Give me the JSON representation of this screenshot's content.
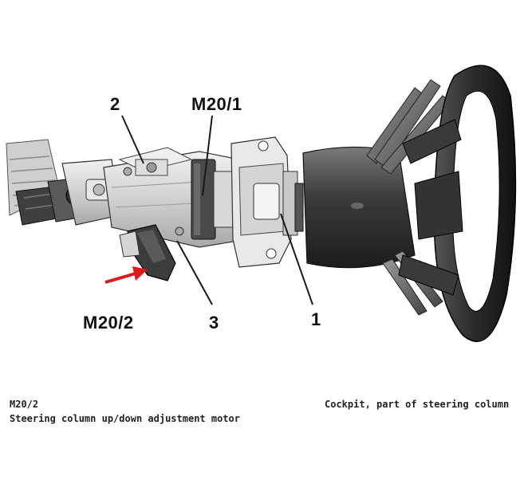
{
  "diagram": {
    "callouts": {
      "c2": "2",
      "m201": "M20/1",
      "m202": "M20/2",
      "c3": "3",
      "c1": "1"
    }
  },
  "caption": {
    "code": "M20/2",
    "description": "Steering column up/down adjustment motor",
    "location": "Cockpit, part of steering column"
  },
  "colors": {
    "arrow": "#e0191f",
    "outline": "#1a1a1a",
    "metal_light": "#e6e6e6",
    "metal_mid": "#b8b8b8",
    "dark_part": "#3a3a3a",
    "wheel_dark": "#2b2b2b"
  }
}
